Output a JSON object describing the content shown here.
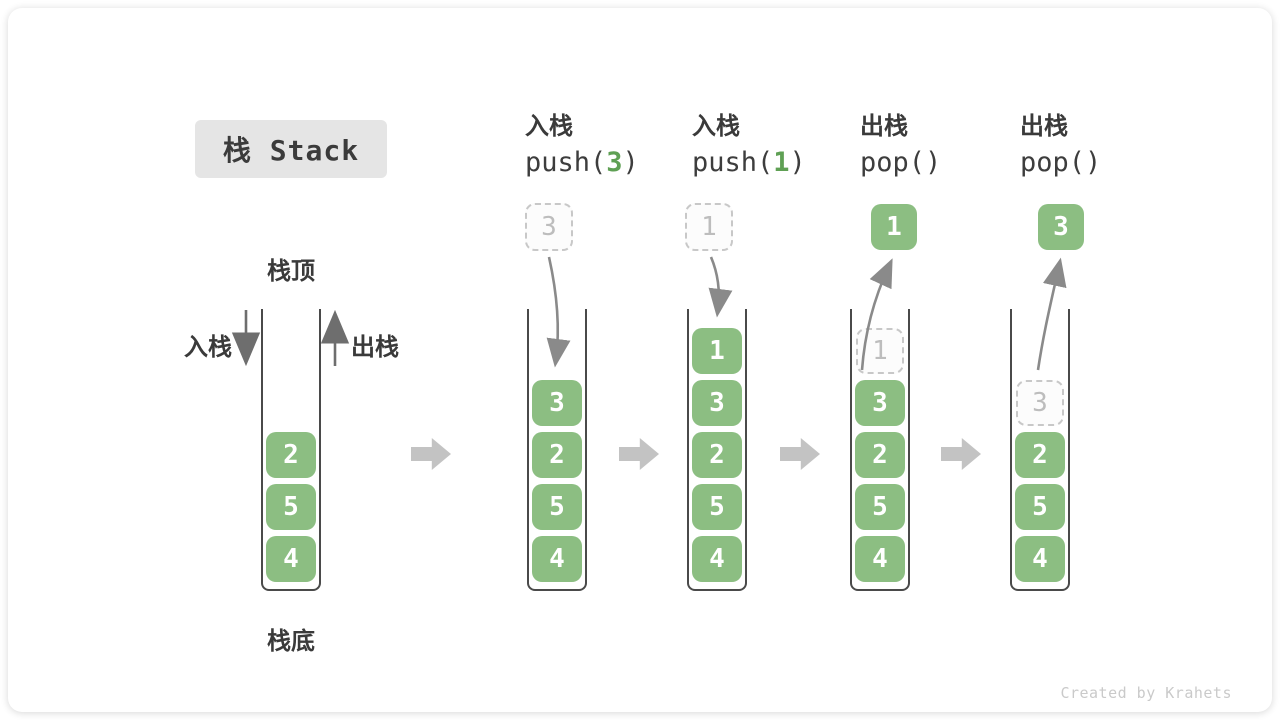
{
  "title": "栈 Stack",
  "labels": {
    "stack_top": "栈顶",
    "stack_bottom": "栈底",
    "push": "入栈",
    "pop": "出栈"
  },
  "operations": [
    {
      "name": "入栈",
      "code_pre": "push(",
      "code_arg": "3",
      "code_post": ")"
    },
    {
      "name": "入栈",
      "code_pre": "push(",
      "code_arg": "1",
      "code_post": ")"
    },
    {
      "name": "出栈",
      "code_pre": "pop()",
      "code_arg": "",
      "code_post": ""
    },
    {
      "name": "出栈",
      "code_pre": "pop()",
      "code_arg": "",
      "code_post": ""
    }
  ],
  "stacks": [
    {
      "cells": [
        "2",
        "5",
        "4"
      ]
    },
    {
      "cells": [
        "3",
        "2",
        "5",
        "4"
      ],
      "floating": "3"
    },
    {
      "cells": [
        "1",
        "3",
        "2",
        "5",
        "4"
      ],
      "floating": "1"
    },
    {
      "cells": [
        "3",
        "2",
        "5",
        "4"
      ],
      "floating": "1",
      "ghost": "1"
    },
    {
      "cells": [
        "2",
        "5",
        "4"
      ],
      "floating": "3",
      "ghost": "3"
    }
  ],
  "footer": "Created by Krahets",
  "colors": {
    "cell_green": "#8CBE82",
    "code_arg_green": "#5FA054",
    "container_border": "#4A4A4A",
    "text_dark": "#3B3B3B",
    "ghost_gray": "#BDBDBD",
    "curve_arrow_gray": "#8A8A8A",
    "straight_arrow_gray": "#6E6E6E",
    "block_arrow_gray": "#C3C3C3",
    "title_bg": "#E5E5E5",
    "footer_gray": "#CACACA"
  }
}
